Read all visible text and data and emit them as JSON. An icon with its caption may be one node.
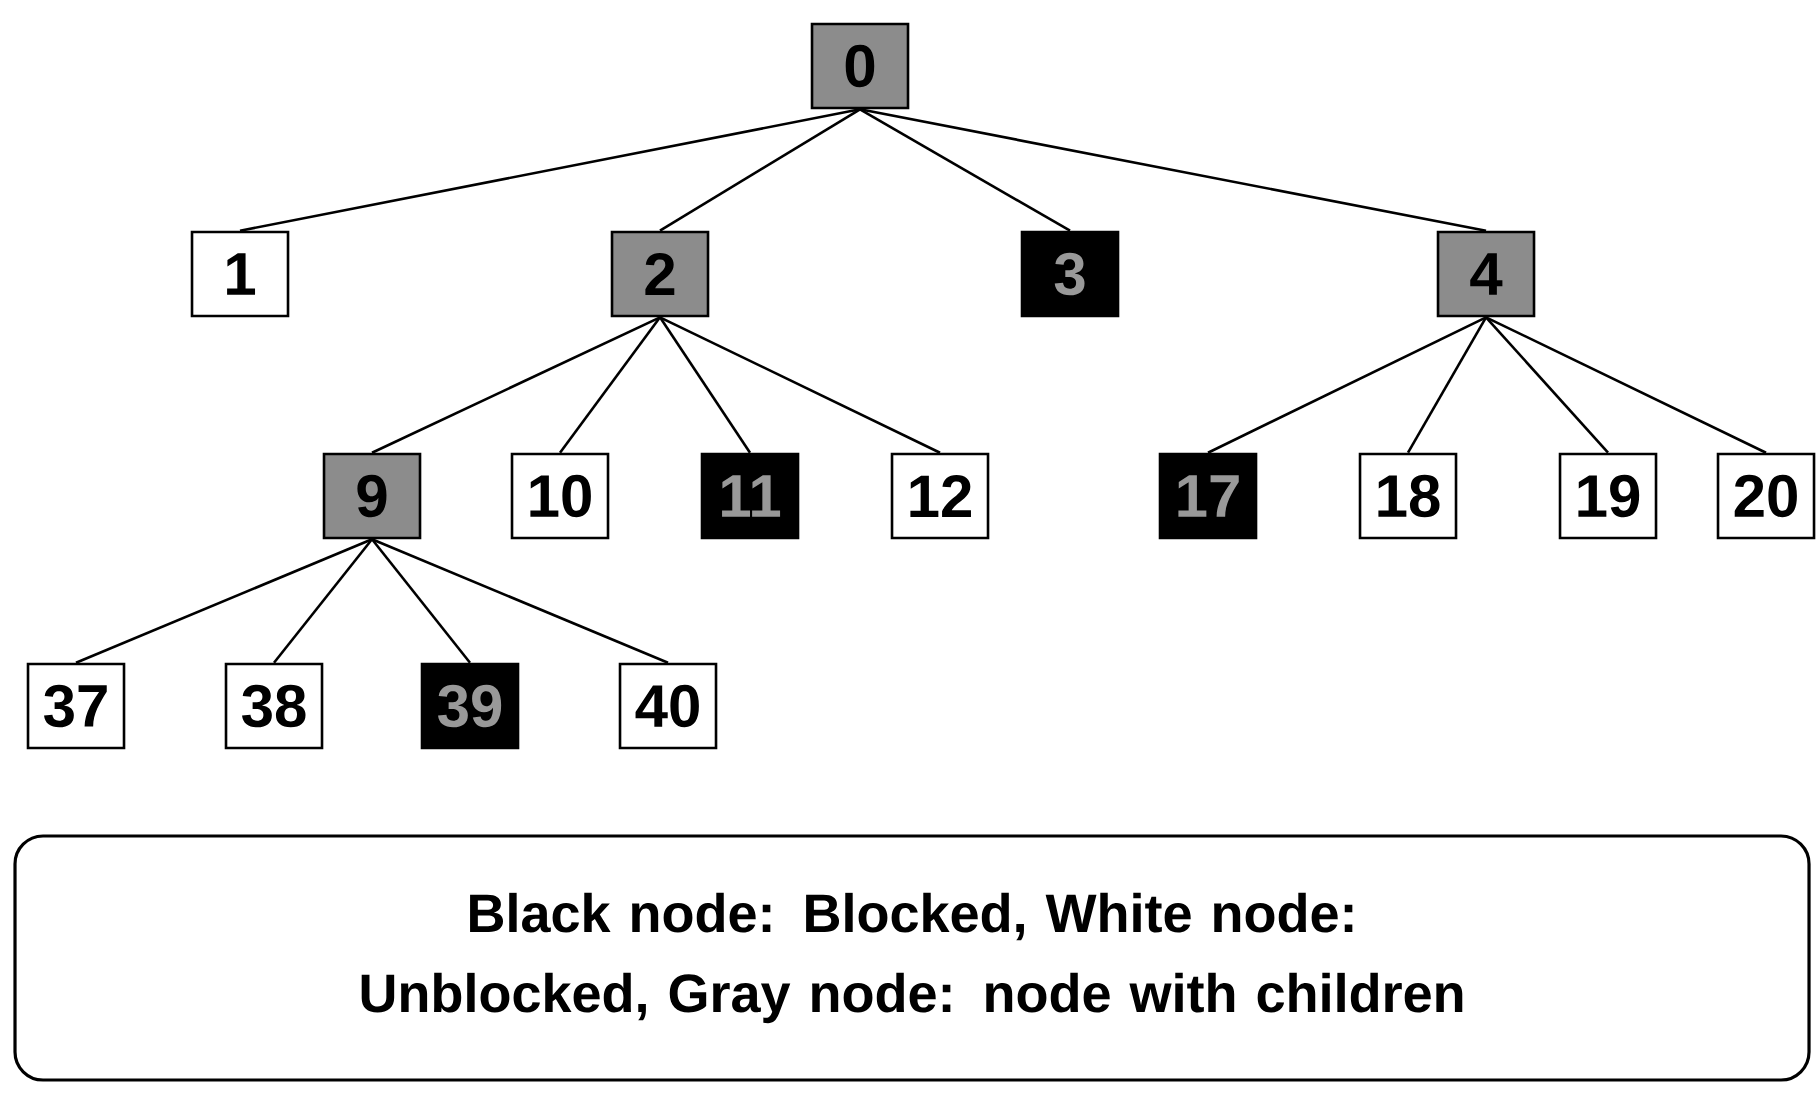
{
  "diagram": {
    "nodes": [
      {
        "text": [
          "0"
        ]
      },
      {
        "text": [
          "1"
        ]
      },
      {
        "text": [
          "2"
        ]
      },
      {
        "text": [
          "3"
        ]
      },
      {
        "text": [
          "4"
        ]
      },
      {
        "text": [
          "9"
        ]
      },
      {
        "text": [
          "10"
        ]
      },
      {
        "text": [
          "11"
        ]
      },
      {
        "text": [
          "12"
        ]
      },
      {
        "text": [
          "17"
        ]
      },
      {
        "text": [
          "18"
        ]
      },
      {
        "text": [
          "19"
        ]
      },
      {
        "text": [
          "20"
        ]
      },
      {
        "text": [
          "37"
        ]
      },
      {
        "text": [
          "38"
        ]
      },
      {
        "text": [
          "39"
        ]
      },
      {
        "text": [
          "40"
        ]
      },
      {
        "text": [
          "Black node: Blocked, White node: Unblocked, Gray node: node with children"
        ]
      }
    ],
    "edges": [
      {
        "from": 0,
        "to": 1,
        "arrow": "none"
      },
      {
        "from": 0,
        "to": 2,
        "arrow": "none"
      },
      {
        "from": 0,
        "to": 3,
        "arrow": "none"
      },
      {
        "from": 0,
        "to": 4,
        "arrow": "none"
      },
      {
        "from": 2,
        "to": 5,
        "arrow": "none"
      },
      {
        "from": 2,
        "to": 6,
        "arrow": "none"
      },
      {
        "from": 2,
        "to": 7,
        "arrow": "none"
      },
      {
        "from": 2,
        "to": 8,
        "arrow": "none"
      },
      {
        "from": 4,
        "to": 9,
        "arrow": "none"
      },
      {
        "from": 4,
        "to": 10,
        "arrow": "none"
      },
      {
        "from": 4,
        "to": 11,
        "arrow": "none"
      },
      {
        "from": 4,
        "to": 12,
        "arrow": "none"
      },
      {
        "from": 5,
        "to": 13,
        "arrow": "none"
      },
      {
        "from": 5,
        "to": 14,
        "arrow": "none"
      },
      {
        "from": 5,
        "to": 15,
        "arrow": "none"
      },
      {
        "from": 5,
        "to": 16,
        "arrow": "none"
      }
    ]
  }
}
